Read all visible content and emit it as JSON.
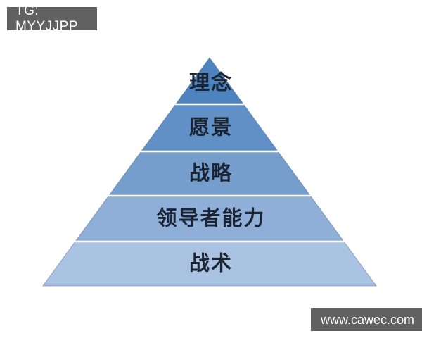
{
  "header": {
    "badge_label": "TG: MYYJJPP"
  },
  "footer": {
    "site_label": "www.cawec.com"
  },
  "colors": {
    "badge_bg": "#616161",
    "badge_text": "#ffffff",
    "label_text": "#1b2433",
    "separator": "#ffffff",
    "outline": "rgba(60,90,130,0.45)",
    "background": "#ffffff"
  },
  "pyramid": {
    "type": "pyramid-diagram",
    "levels": [
      {
        "label": "理念",
        "color": "#4d84bf"
      },
      {
        "label": "愿景",
        "color": "#6090c6"
      },
      {
        "label": "战略",
        "color": "#769ecd"
      },
      {
        "label": "领导者能力",
        "color": "#8fafd8"
      },
      {
        "label": "战术",
        "color": "#aac3e3"
      }
    ]
  }
}
